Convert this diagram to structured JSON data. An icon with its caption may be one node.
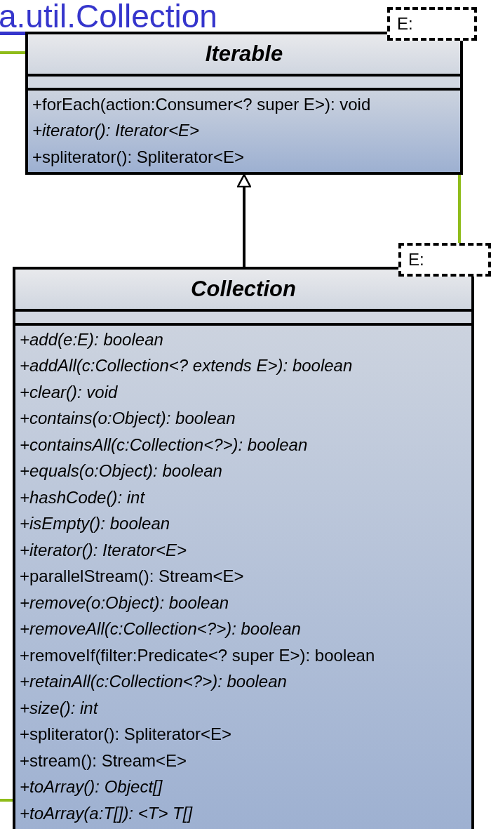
{
  "diagram": {
    "nodes": [
      {
        "text": [
          "Iterable",
          "+forEach(action:Consumer<? super E>): void",
          "*+iterator(): Iterator<E>*",
          "+spliterator(): Spliterator<E>"
        ]
      },
      {
        "text": [
          "E:"
        ]
      },
      {
        "text": [
          "Collection",
          "*+add(e:E): boolean*",
          "*+addAll(c:Collection<? extends E>): boolean*",
          "*+clear(): void*",
          "*+contains(o:Object): boolean*",
          "*+containsAll(c:Collection<?>): boolean*",
          "*+equals(o:Object): boolean*",
          "*+hashCode(): int*",
          "*+isEmpty(): boolean*",
          "*+iterator(): Iterator<E>*",
          "+parallelStream(): Stream<E>",
          "*+remove(o:Object): boolean*",
          "*+removeAll(c:Collection<?>): boolean*",
          "+removeIf(filter:Predicate<? super E>): boolean",
          "*+retainAll(c:Collection<?>): boolean*",
          "*+size(): int*",
          "+spliterator(): Spliterator<E>",
          "+stream(): Stream<E>",
          "*+toArray(): Object[]*",
          "*+toArray(a:T[]): <T> T[]*"
        ]
      },
      {
        "text": [
          "E:"
        ]
      }
    ],
    "edges": [
      {
        "from": 2,
        "to": 0,
        "arrow": "to",
        "color": "#000000"
      },
      {
        "from": 0,
        "to": 3,
        "arrow": "none",
        "color": "#8fbc1a"
      },
      {
        "from": null,
        "to": 0,
        "arrow": "none",
        "color": "#8fbc1a"
      },
      {
        "from": null,
        "to": 2,
        "arrow": "none",
        "color": "#8fbc1a"
      }
    ],
    "labels": [
      "a.util.Collection"
    ]
  }
}
